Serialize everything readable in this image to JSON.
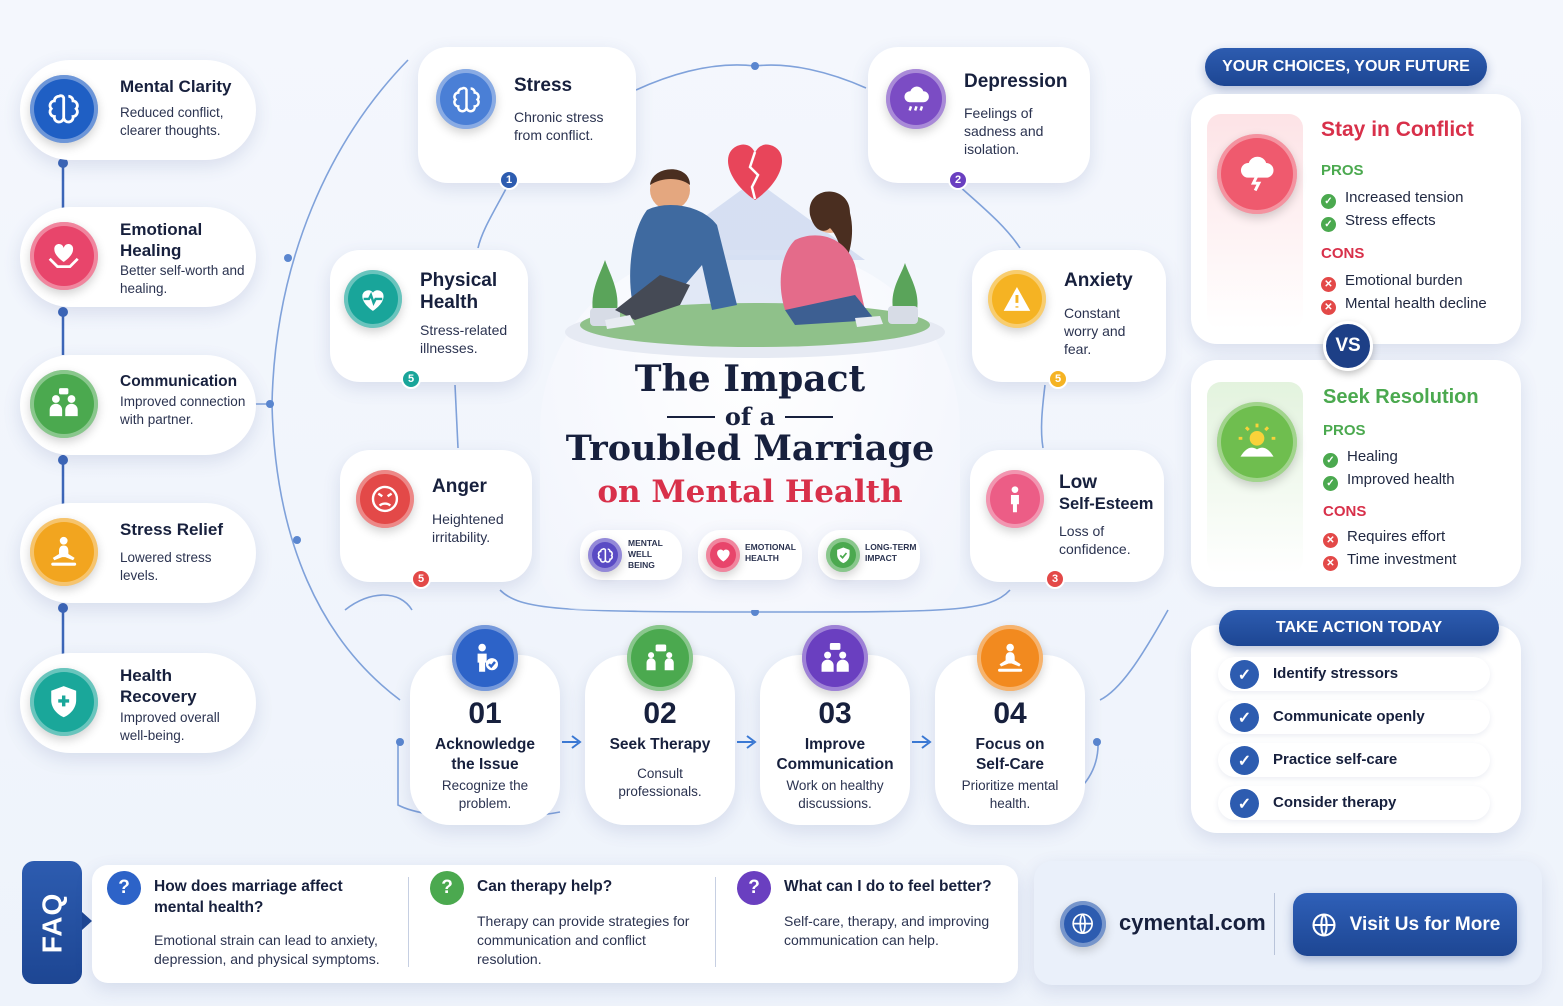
{
  "left_benefits": [
    {
      "title": "Mental Clarity",
      "desc": "Reduced conflict, clearer thoughts.",
      "icon": "brain-icon",
      "color": "#1f5fc4"
    },
    {
      "title": "Emotional Healing",
      "desc": "Better self-worth and healing.",
      "icon": "heart-hands-icon",
      "color": "#e8456b"
    },
    {
      "title": "Communication",
      "desc": "Improved connection with partner.",
      "icon": "couple-talk-icon",
      "color": "#4ba94f"
    },
    {
      "title": "Stress Relief",
      "desc": "Lowered stress levels.",
      "icon": "meditation-icon",
      "color": "#f2a51f"
    },
    {
      "title": "Health Recovery",
      "desc": "Improved overall well-being.",
      "icon": "shield-plus-icon",
      "color": "#1aa79a"
    }
  ],
  "effects": {
    "stress": {
      "title": "Stress",
      "desc": "Chronic stress from conflict.",
      "num": "1",
      "icon": "brain-icon",
      "color": "#4a7fd6"
    },
    "depression": {
      "title": "Depression",
      "desc": "Feelings of sadness and isolation.",
      "num": "2",
      "icon": "rain-cloud-icon",
      "color": "#7b4cc4"
    },
    "physical": {
      "title": "Physical Health",
      "desc": "Stress-related illnesses.",
      "num": "5",
      "icon": "heartbeat-icon",
      "color": "#19a59a"
    },
    "anxiety": {
      "title": "Anxiety",
      "desc": "Constant worry and fear.",
      "num": "5",
      "icon": "warning-icon",
      "color": "#f5b323"
    },
    "anger": {
      "title": "Anger",
      "desc": "Heightened irritability.",
      "num": "5",
      "icon": "angry-face-icon",
      "color": "#e34948"
    },
    "selfesteem": {
      "title_l1": "Low",
      "title_l2": "Self-Esteem",
      "desc": "Loss of confidence.",
      "num": "3",
      "icon": "person-icon",
      "color": "#ec5d86"
    }
  },
  "center": {
    "title_l1": "The Impact",
    "title_l2": "of a",
    "title_l3": "Troubled Marriage",
    "title_l4": "on Mental Health",
    "accent": "#d8304a",
    "chips": [
      {
        "l1": "MENTAL",
        "l2": "WELL",
        "l3": "BEING",
        "icon": "brain-icon",
        "color": "#5a4bc4"
      },
      {
        "l1": "EMOTIONAL",
        "l2": "HEALTH",
        "l3": "",
        "icon": "heart-icon",
        "color": "#e8456b"
      },
      {
        "l1": "LONG-TERM",
        "l2": "IMPACT",
        "l3": "",
        "icon": "shield-check-icon",
        "color": "#4ba94f"
      }
    ]
  },
  "steps": [
    {
      "num": "01",
      "title_l1": "Acknowledge",
      "title_l2": "the Issue",
      "desc": "Recognize the problem.",
      "icon": "person-check-icon",
      "color": "#2d63c8"
    },
    {
      "num": "02",
      "title_l1": "Seek Therapy",
      "title_l2": "",
      "desc": "Consult professionals.",
      "icon": "therapy-icon",
      "color": "#4ba94f"
    },
    {
      "num": "03",
      "title_l1": "Improve",
      "title_l2": "Communication",
      "desc": "Work on healthy discussions.",
      "icon": "couple-talk-icon",
      "color": "#6a3fc0"
    },
    {
      "num": "04",
      "title_l1": "Focus on",
      "title_l2": "Self-Care",
      "desc": "Prioritize mental health.",
      "icon": "meditation-icon",
      "color": "#f28a1f"
    }
  ],
  "choices": {
    "header": "YOUR CHOICES, YOUR FUTURE",
    "vs": "VS",
    "stay": {
      "title": "Stay in Conflict",
      "title_color": "#d8304a",
      "pros_label": "PROS",
      "pros": [
        "Increased tension",
        "Stress effects"
      ],
      "cons_label": "CONS",
      "cons": [
        "Emotional burden",
        "Mental health decline"
      ],
      "icon": "storm-cloud-icon"
    },
    "seek": {
      "title": "Seek Resolution",
      "title_color": "#4ba94f",
      "pros_label": "PROS",
      "pros": [
        "Healing",
        "Improved health"
      ],
      "cons_label": "CONS",
      "cons": [
        "Requires effort",
        "Time investment"
      ],
      "icon": "sunrise-icon"
    }
  },
  "action": {
    "header": "TAKE ACTION TODAY",
    "items": [
      "Identify stressors",
      "Communicate openly",
      "Practice self-care",
      "Consider therapy"
    ]
  },
  "faq": {
    "label": "FAQ",
    "items": [
      {
        "q_l1": "How does marriage affect",
        "q_l2": "mental health?",
        "a": "Emotional strain can lead to anxiety, depression, and physical symptoms.",
        "color": "#2d63c8"
      },
      {
        "q_l1": "Can therapy help?",
        "q_l2": "",
        "a": "Therapy can provide strategies for communication and conflict resolution.",
        "color": "#4ba94f"
      },
      {
        "q_l1": "What can I do to feel better?",
        "q_l2": "",
        "a": "Self-care, therapy, and improving communication can help.",
        "color": "#6a3fc0"
      }
    ]
  },
  "footer": {
    "site": "cymental.com",
    "button": "Visit Us for More"
  }
}
